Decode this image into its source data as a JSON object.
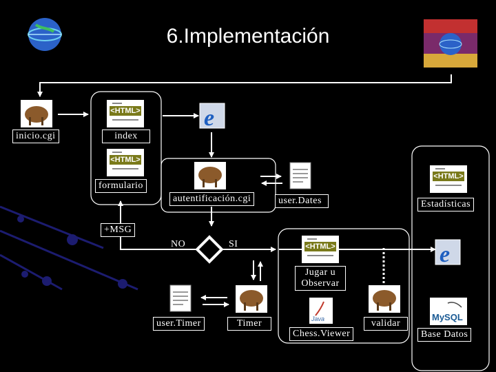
{
  "title": "6.Implementación",
  "nodes": {
    "inicio": "inicio.cgi",
    "index": "index",
    "formulario": "formulario",
    "autentificacion": "autentificación.cgi",
    "user_dates": "user.Dates",
    "estadisticas": "Estadísticas",
    "msg": "+MSG",
    "no": "NO",
    "si": "SI",
    "jugar": "Jugar u Observar",
    "user_timer": "user.Timer",
    "timer": "Timer",
    "chess_viewer": "Chess.Viewer",
    "validar": "validar",
    "base_datos": "Base Datos"
  },
  "logos": {
    "html_tag": "<HTML>",
    "java": "Java",
    "mysql": "MySQL"
  },
  "colors": {
    "background": "#000000",
    "lines": "#ffffff",
    "navy_dots": "#1a1a6e"
  }
}
